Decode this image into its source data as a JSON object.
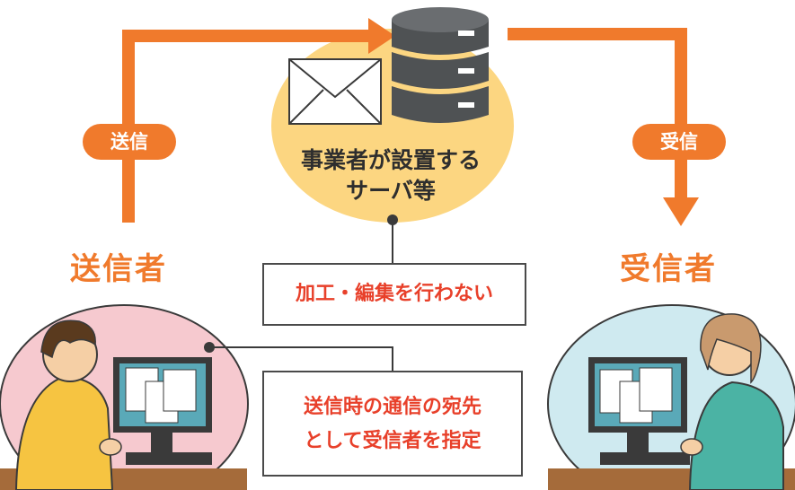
{
  "server": {
    "label_line1": "事業者が設置する",
    "label_line2": "サーバ等"
  },
  "flow": {
    "send_pill": "送信",
    "receive_pill": "受信"
  },
  "sender": {
    "title": "送信者"
  },
  "receiver": {
    "title": "受信者"
  },
  "notes": {
    "no_edit": "加工・編集を行わない",
    "addressing_line1": "送信時の通信の宛先",
    "addressing_line2": "として受信者を指定"
  },
  "colors": {
    "arrow": "#f07a2c",
    "server_bubble": "#fcd681",
    "sender_bg": "#f6c9cf",
    "receiver_bg": "#cfeaf0",
    "note_text": "#e8402a"
  }
}
